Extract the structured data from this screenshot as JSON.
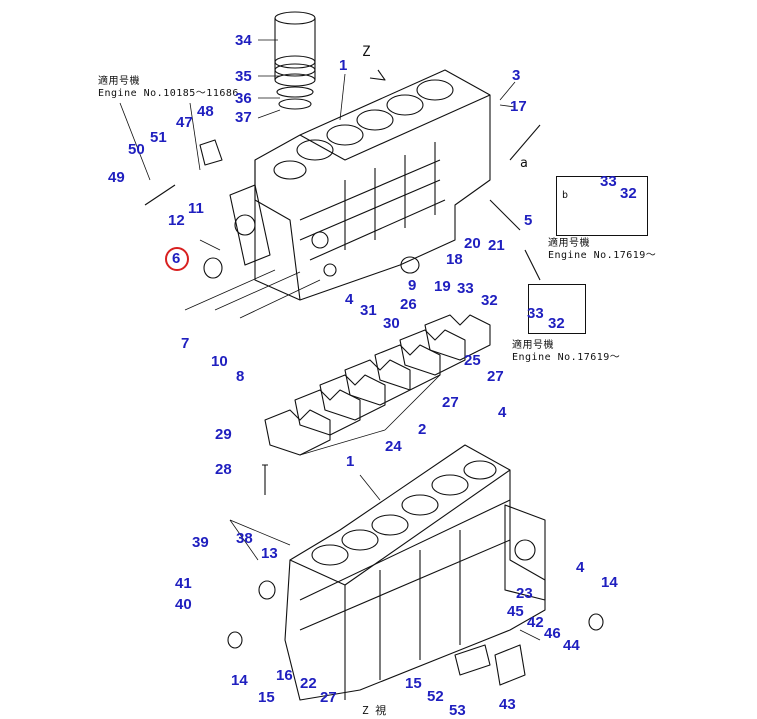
{
  "highlight": {
    "label": "6",
    "color": "#d82020"
  },
  "callout_color": "#1f1fbf",
  "view_label": "Z",
  "bottom_view_label": "Z  視",
  "notes": {
    "serial_range": {
      "line1": "適用号機",
      "line2": "Engine No.10185～11686"
    },
    "serial_b": {
      "line1": "適用号機",
      "line2": "Engine No.17619～"
    },
    "serial_c": {
      "line1": "適用号機",
      "line2": "Engine No.17619～"
    }
  },
  "box_letter_b": "b",
  "arrow_letter_a": "a",
  "callouts": [
    "34",
    "35",
    "36",
    "37",
    "1",
    "3",
    "17",
    "47",
    "48",
    "51",
    "50",
    "49",
    "11",
    "12",
    "6",
    "7",
    "10",
    "8",
    "4",
    "31",
    "30",
    "26",
    "9",
    "19",
    "33",
    "32",
    "18",
    "20",
    "21",
    "5",
    "33",
    "32",
    "33",
    "32",
    "25",
    "27",
    "27",
    "24",
    "2",
    "4",
    "29",
    "28",
    "1",
    "39",
    "38",
    "13",
    "41",
    "40",
    "14",
    "15",
    "16",
    "22",
    "27",
    "15",
    "52",
    "53",
    "42",
    "46",
    "44",
    "43",
    "45",
    "23",
    "4",
    "14"
  ]
}
